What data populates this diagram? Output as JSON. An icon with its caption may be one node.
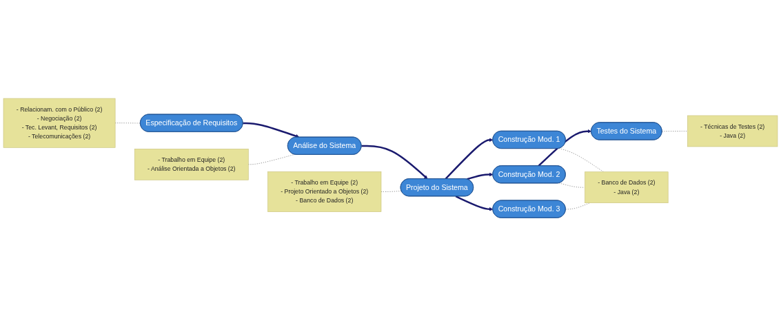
{
  "diagram": {
    "nodes": [
      {
        "text": [
          "Especificação de Requisitos"
        ]
      },
      {
        "text": [
          "Análise do Sistema"
        ]
      },
      {
        "text": [
          "Projeto do Sistema"
        ]
      },
      {
        "text": [
          "Construção Mod. 1"
        ]
      },
      {
        "text": [
          "Construção Mod. 2"
        ]
      },
      {
        "text": [
          "Construção Mod. 3"
        ]
      },
      {
        "text": [
          "Testes do Sistema"
        ]
      },
      {
        "text": [
          "- Relacionam. com o Público (2)",
          "- Negociação (2)",
          "- Tec. Levant, Requisitos (2)",
          "- Telecomunicações (2)"
        ]
      },
      {
        "text": [
          "- Trabalho em Equipe (2)",
          "- Análise Orientada a Objetos (2)"
        ]
      },
      {
        "text": [
          "- Trabalho em Equipe (2)",
          "- Projeto Orientado a Objetos (2)",
          "- Banco de Dados (2)"
        ]
      },
      {
        "text": [
          "- Banco de Dados (2)",
          "- Java (2)"
        ]
      },
      {
        "text": [
          "- Técnicas de Testes (2)",
          "- Java (2)"
        ]
      }
    ],
    "edges": [
      {
        "from": 0,
        "to": 1,
        "arrow": "to",
        "style": "thick",
        "color": "#1a1a6e"
      },
      {
        "from": 1,
        "to": 2,
        "arrow": "to",
        "style": "thick",
        "color": "#1a1a6e"
      },
      {
        "from": 2,
        "to": 3,
        "arrow": "to",
        "style": "thick",
        "color": "#1a1a6e"
      },
      {
        "from": 2,
        "to": 4,
        "arrow": "to",
        "style": "thick",
        "color": "#1a1a6e"
      },
      {
        "from": 2,
        "to": 5,
        "arrow": "to",
        "style": "thick",
        "color": "#1a1a6e"
      },
      {
        "from": 4,
        "to": 6,
        "arrow": "to",
        "style": "thick",
        "color": "#1a1a6e"
      },
      {
        "from": 7,
        "to": 0,
        "arrow": "none",
        "style": "dashed"
      },
      {
        "from": 8,
        "to": 1,
        "arrow": "none",
        "style": "dashed"
      },
      {
        "from": 9,
        "to": 2,
        "arrow": "none",
        "style": "dashed"
      },
      {
        "from": 3,
        "to": 10,
        "arrow": "none",
        "style": "dashed"
      },
      {
        "from": 4,
        "to": 10,
        "arrow": "none",
        "style": "dashed"
      },
      {
        "from": 5,
        "to": 10,
        "arrow": "none",
        "style": "dashed"
      },
      {
        "from": 6,
        "to": 11,
        "arrow": "none",
        "style": "dashed"
      }
    ]
  }
}
